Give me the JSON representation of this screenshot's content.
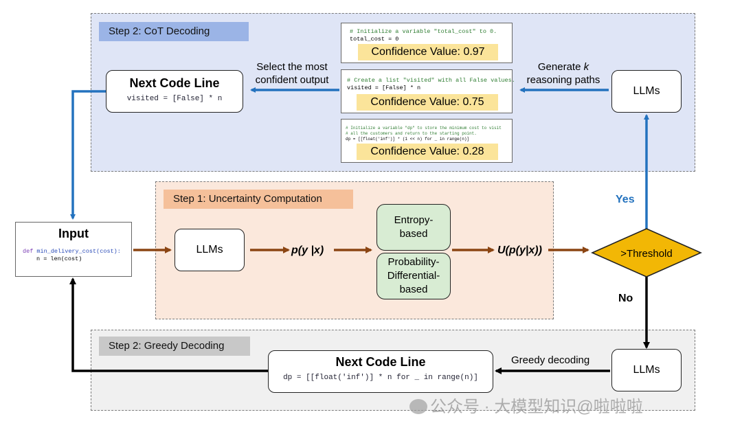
{
  "panels": {
    "cot": {
      "label": "Step 2: CoT Decoding"
    },
    "uncertainty": {
      "label": "Step 1: Uncertainty Computation"
    },
    "greedy": {
      "label": "Step 2: Greedy Decoding"
    }
  },
  "cot": {
    "next_code_title": "Next Code Line",
    "next_code_line": "visited = [False] * n",
    "select_label_1": "Select the most",
    "select_label_2": "confident output",
    "generate_label_1": "Generate",
    "generate_label_k": "k",
    "generate_label_2": "reasoning paths",
    "llms": "LLMs",
    "candidates": [
      {
        "comment": "# Initialize a variable \"total_cost\" to 0.",
        "code": "total_cost = 0",
        "confidence": "Confidence Value: 0.97"
      },
      {
        "comment": "# Create a list \"visited\" with all False values.",
        "code": "visited = [False] * n",
        "confidence": "Confidence Value: 0.75"
      },
      {
        "comment": "# Initialize a variable \"dp\" to store the minimum cost to visit",
        "comment2": "# all the customers and return to the starting point.",
        "code": "dp = [[float('inf')] * (1 << n) for _ in range(n)]",
        "confidence": "Confidence Value: 0.28"
      }
    ]
  },
  "input": {
    "title": "Input",
    "code_def": "def",
    "code_fn": "min_delivery_cost(cost):",
    "code_line2": "n = len(cost)"
  },
  "uncertainty": {
    "llms": "LLMs",
    "p_label": "p(y |x)",
    "entropy": "Entropy-based",
    "entropy_1": "Entropy-",
    "entropy_2": "based",
    "prob_1": "Probability-",
    "prob_2": "Differential-",
    "prob_3": "based",
    "u_label": "U(p(y|x))"
  },
  "decision": {
    "threshold": ">Threshold",
    "yes": "Yes",
    "no": "No"
  },
  "greedy": {
    "next_code_title": "Next Code Line",
    "next_code_line": "dp = [[float('inf')] * n for _ in range(n)]",
    "greedy_label": "Greedy decoding",
    "llms": "LLMs"
  },
  "watermark": "公众号 · 大模型知识@啦啦啦",
  "colors": {
    "cot_bg": "#dfe5f6",
    "cot_tag": "#9bb4e6",
    "uncertainty_bg": "#fbe8dc",
    "uncertainty_tag": "#f5c09a",
    "greedy_bg": "#f0f0f0",
    "greedy_tag": "#c8c8c8",
    "blue_arrow": "#2372be",
    "brown_arrow": "#8b4513",
    "black_arrow": "#000000",
    "threshold_fill": "#f2b705",
    "yes_text": "#2372be",
    "green_box": "#d8ecd3",
    "confidence_bg": "#fbe49a"
  }
}
